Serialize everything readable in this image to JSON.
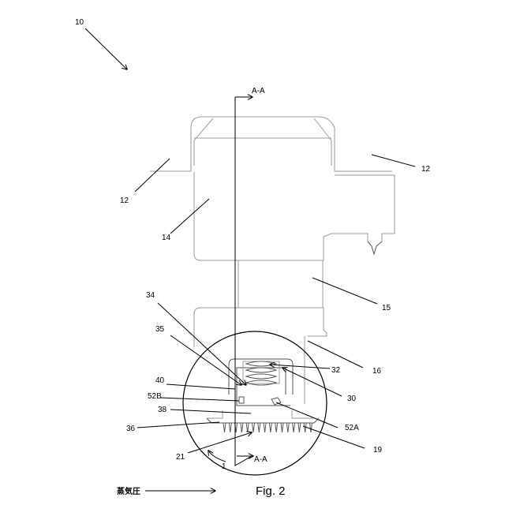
{
  "figure": {
    "caption": "Fig. 2",
    "section_label_top": "A-A",
    "section_label_bottom": "A-A",
    "pressure_label": "蒸気圧",
    "detail_label": "1"
  },
  "labels": {
    "n10": "10",
    "n12_left": "12",
    "n12_right": "12",
    "n14": "14",
    "n15": "15",
    "n16": "16",
    "n34": "34",
    "n35": "35",
    "n32": "32",
    "n30": "30",
    "n40": "40",
    "n52B": "52B",
    "n38": "38",
    "n52A": "52A",
    "n36": "36",
    "n19": "19",
    "n21": "21"
  }
}
